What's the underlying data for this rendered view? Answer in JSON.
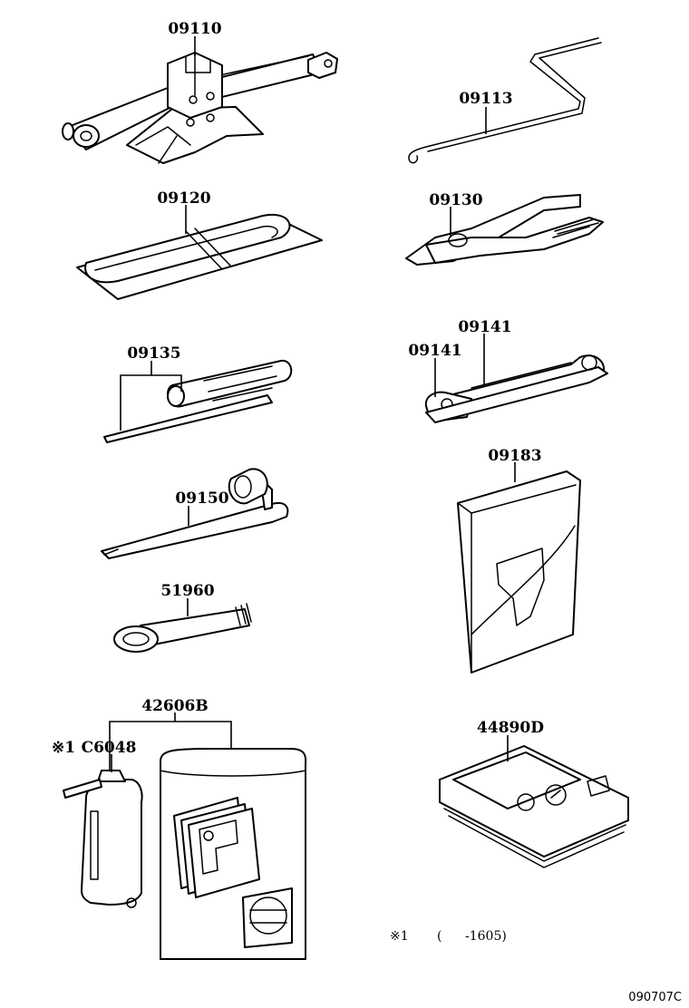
{
  "parts": {
    "jack": "09110",
    "handle": "09113",
    "tool_bag": "09120",
    "pliers": "09130",
    "screwdriver": "09135",
    "wrench_a": "09141",
    "wrench_b": "09141",
    "lug_wrench": "09150",
    "kit_bag": "09183",
    "towing_eye": "51960",
    "repair_kit": "42606B",
    "sealant_bottle": "C6048",
    "compressor": "44890D"
  },
  "markers": {
    "sealant_prefix": "※1"
  },
  "footnote": {
    "mark": "※1",
    "open_paren": "(",
    "range": "-1605)"
  },
  "figure_code": "090707C"
}
